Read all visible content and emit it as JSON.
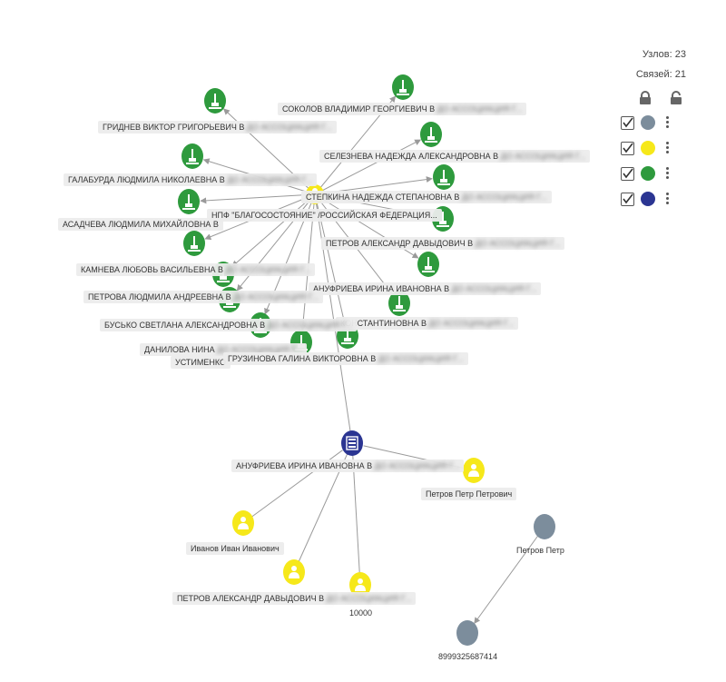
{
  "stats": {
    "nodes": "Узлов: 23",
    "links": "Связей: 21"
  },
  "controls": {
    "lock_icon": "lock-icon",
    "unlock_icon": "unlock-icon"
  },
  "filters": [
    {
      "color": "#7c8d9c",
      "checked": true
    },
    {
      "color": "#f6e81a",
      "checked": true
    },
    {
      "color": "#2e9a3d",
      "checked": true
    },
    {
      "color": "#2b3592",
      "checked": true
    }
  ],
  "colors": {
    "green": "#2e9a3d",
    "yellow": "#f6e81a",
    "blue": "#2b3592",
    "gray": "#7c8d9c",
    "edge": "#9a9a9a"
  },
  "cluster_labels": {
    "hub": "НПФ \"БЛАГОСОСТОЯНИЕ\" /РОССИЙСКАЯ ФЕДЕРАЦИЯ...",
    "n1": "ГРИДНЕВ ВИКТОР ГРИГОРЬЕВИЧ В",
    "n2": "СОКОЛОВ ВЛАДИМИР ГЕОРГИЕВИЧ В",
    "n3": "СЕЛЕЗНЕВА НАДЕЖДА АЛЕКСАНДРОВНА В",
    "n4": "ГАЛАБУРДА ЛЮДМИЛА НИКОЛАЕВНА В",
    "n5": "СТЕПКИНА НАДЕЖДА СТЕПАНОВНА В",
    "n6": "АСАДЧЕВА ЛЮДМИЛА МИХАЙЛОВНА В",
    "n7": "ПЕТРОВ АЛЕКСАНДР ДАВЫДОВИЧ В",
    "n8": "КАМНЕВА ЛЮБОВЬ ВАСИЛЬЕВНА В",
    "n9": "АНУФРИЕВА ИРИНА ИВАНОВНА В",
    "n10": "ПЕТРОВА ЛЮДМИЛА АНДРЕЕВНА В",
    "n11": "КОНСТАНТИНОВНА В",
    "n12": "БУСЬКО СВЕТЛАНА АЛЕКСАНДРОВНА В",
    "n13": "ДАНИЛОВА НИНА",
    "n14": "УСТИМЕНКО",
    "n15": "ГРУЗИНОВА ГАЛИНА ВИКТОРОВНА В",
    "blurred": "ДО АССОЦИАЦИЯ Г..."
  },
  "lower_labels": {
    "center": "АНУФРИЕВА ИРИНА ИВАНОВНА В",
    "petrov_petr_petrovich": "Петров Петр Петрович",
    "ivanov": "Иванов Иван Иванович",
    "petrov_aleksandr": "ПЕТРОВ АЛЕКСАНДР ДАВЫДОВИЧ В",
    "amount": "10000",
    "petrov_petr": "Петров Петр",
    "phone": "8999325687414"
  }
}
